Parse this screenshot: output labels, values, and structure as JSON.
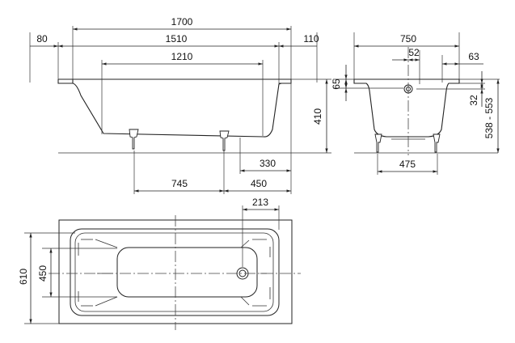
{
  "side_view": {
    "dimensions": {
      "overall_length": "1700",
      "left_rim": "80",
      "inner_length": "1510",
      "right_rim": "110",
      "bottom_length": "1210",
      "height": "410",
      "foot_span": "745",
      "foot_offset": "450",
      "drain_offset": "330"
    }
  },
  "end_view": {
    "dimensions": {
      "overall_width": "750",
      "drain_center": "52",
      "rim_offset": "63",
      "rim_height": "65",
      "drain_height": "32",
      "height_range": "538 - 553",
      "foot_width": "475"
    }
  },
  "plan_view": {
    "dimensions": {
      "drain_distance": "213",
      "overall_width": "610",
      "inner_width": "450"
    }
  }
}
